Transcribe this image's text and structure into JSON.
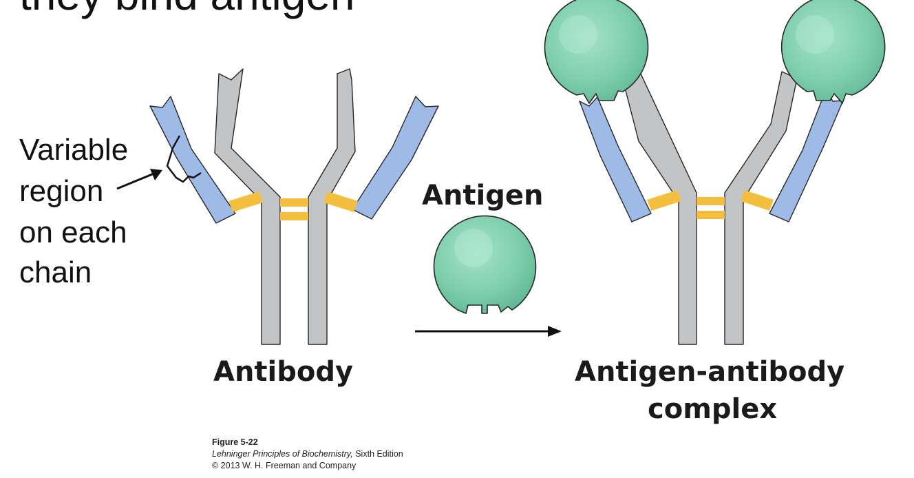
{
  "slide": {
    "heading": "they bind antigen"
  },
  "labels": {
    "variable_region": [
      "Variable",
      "region",
      "on each",
      "chain"
    ],
    "antigen": "Antigen",
    "antibody": "Antibody",
    "complex": [
      "Antigen-antibody",
      "complex"
    ]
  },
  "caption": {
    "figure": "Figure 5-22",
    "book_title": "Lehninger Principles of Biochemistry,",
    "edition": " Sixth Edition",
    "copyright": "© 2013 W. H. Freeman and Company"
  },
  "colors": {
    "heavy_chain": "#c3c4c6",
    "light_chain": "#9dbbe6",
    "disulfide_bond": "#f4bf3f",
    "antigen": "#7fcfae",
    "outline": "#262626"
  }
}
